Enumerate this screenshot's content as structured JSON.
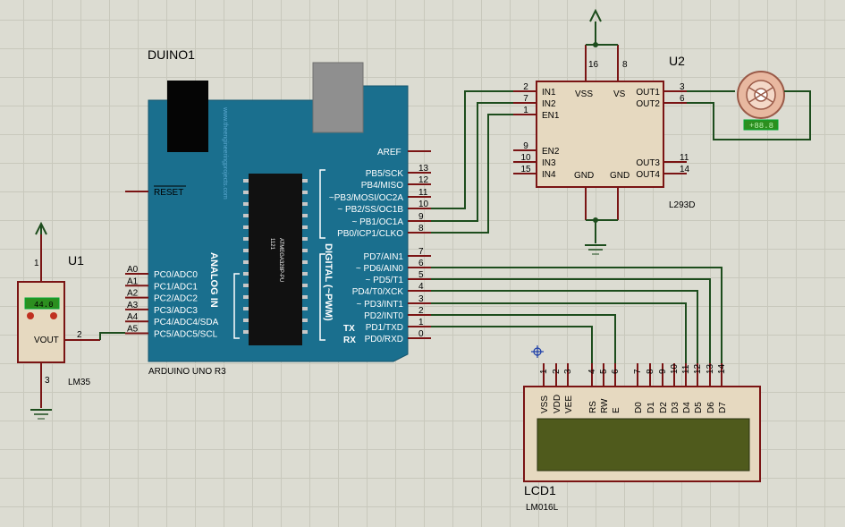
{
  "arduino": {
    "ref": "DUINO1",
    "model": "ARDUINO UNO R3",
    "blog": "www.theengineeringprojects.com",
    "chip_label_1": "1121",
    "chip_label_2": "ATMEGA328P-PU",
    "analog_label": "ANALOG IN",
    "digital_label": "DIGITAL (~PWM)",
    "tx": "TX",
    "rx": "RX",
    "reset": "RESET",
    "aref": "AREF",
    "analog_pins": [
      {
        "num": "A0",
        "name": "PC0/ADC0"
      },
      {
        "num": "A1",
        "name": "PC1/ADC1"
      },
      {
        "num": "A2",
        "name": "PC2/ADC2"
      },
      {
        "num": "A3",
        "name": "PC3/ADC3"
      },
      {
        "num": "A4",
        "name": "PC4/ADC4/SDA"
      },
      {
        "num": "A5",
        "name": "PC5/ADC5/SCL"
      }
    ],
    "digital_top": [
      {
        "num": "13",
        "name": "PB5/SCK"
      },
      {
        "num": "12",
        "name": "PB4/MISO"
      },
      {
        "num": "11",
        "name": "~PB3/MOSI/OC2A"
      },
      {
        "num": "10",
        "name": "~ PB2/SS/OC1B"
      },
      {
        "num": "9",
        "name": "~ PB1/OC1A"
      },
      {
        "num": "8",
        "name": "PB0/ICP1/CLKO"
      }
    ],
    "digital_bottom": [
      {
        "num": "7",
        "name": "PD7/AIN1"
      },
      {
        "num": "6",
        "name": "~ PD6/AIN0"
      },
      {
        "num": "5",
        "name": "~ PD5/T1"
      },
      {
        "num": "4",
        "name": "PD4/T0/XCK"
      },
      {
        "num": "3",
        "name": "~ PD3/INT1"
      },
      {
        "num": "2",
        "name": "PD2/INT0"
      },
      {
        "num": "1",
        "name": "PD1/TXD"
      },
      {
        "num": "0",
        "name": "PD0/RXD"
      }
    ]
  },
  "lm35": {
    "ref": "U1",
    "model": "LM35",
    "reading": "44.0",
    "vout": "VOUT",
    "pin1": "1",
    "pin2": "2",
    "pin3": "3"
  },
  "driver": {
    "ref": "U2",
    "model": "L293D",
    "left_pins": [
      {
        "num": "2",
        "name": "IN1"
      },
      {
        "num": "7",
        "name": "IN2"
      },
      {
        "num": "1",
        "name": "EN1"
      },
      {
        "num": "9",
        "name": "EN2"
      },
      {
        "num": "10",
        "name": "IN3"
      },
      {
        "num": "15",
        "name": "IN4"
      }
    ],
    "right_pins": [
      {
        "num": "3",
        "name": "OUT1"
      },
      {
        "num": "6",
        "name": "OUT2"
      },
      {
        "num": "11",
        "name": "OUT3"
      },
      {
        "num": "14",
        "name": "OUT4"
      }
    ],
    "vss": "VSS",
    "vs": "VS",
    "gnd1": "GND",
    "gnd2": "GND",
    "pin16": "16",
    "pin8": "8"
  },
  "motor": {
    "reading": "+88.8"
  },
  "lcd": {
    "ref": "LCD1",
    "model": "LM016L",
    "pins": [
      {
        "num": "1",
        "name": "VSS"
      },
      {
        "num": "2",
        "name": "VDD"
      },
      {
        "num": "3",
        "name": "VEE"
      },
      {
        "num": "4",
        "name": "RS"
      },
      {
        "num": "5",
        "name": "RW"
      },
      {
        "num": "6",
        "name": "E"
      },
      {
        "num": "7",
        "name": "D0"
      },
      {
        "num": "8",
        "name": "D1"
      },
      {
        "num": "9",
        "name": "D2"
      },
      {
        "num": "10",
        "name": "D3"
      },
      {
        "num": "11",
        "name": "D4"
      },
      {
        "num": "12",
        "name": "D5"
      },
      {
        "num": "13",
        "name": "D6"
      },
      {
        "num": "14",
        "name": "D7"
      }
    ]
  },
  "colors": {
    "background": "#dcdcd2",
    "board": "#1a6f8e",
    "wire": "#1d4d1d",
    "pin": "#7a1414",
    "component_body": "#e6d9c0",
    "lcd_screen": "#4f5a1c",
    "display_green": "#2c8f1f"
  }
}
